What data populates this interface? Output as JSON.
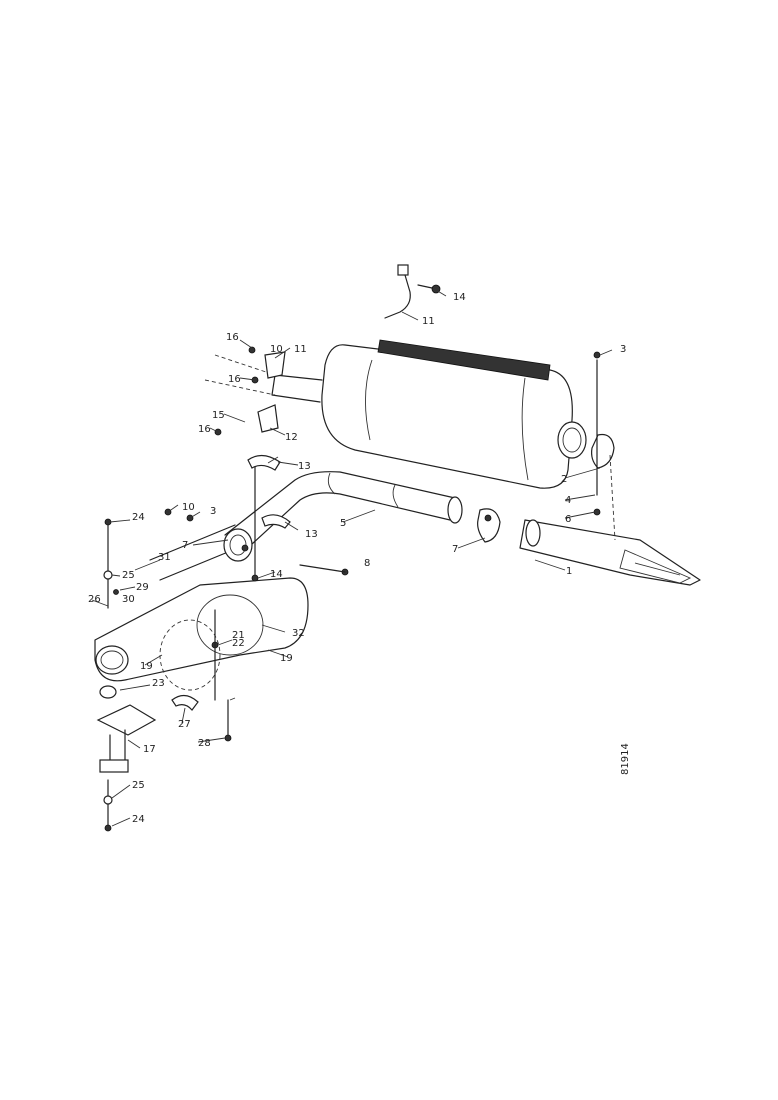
{
  "diagram": {
    "drawing_number": "81914",
    "callouts": [
      {
        "id": "c1",
        "text": "1"
      },
      {
        "id": "c2",
        "text": "2"
      },
      {
        "id": "c3a",
        "text": "3"
      },
      {
        "id": "c3b",
        "text": "3"
      },
      {
        "id": "c4",
        "text": "4"
      },
      {
        "id": "c5",
        "text": "5"
      },
      {
        "id": "c6",
        "text": "6"
      },
      {
        "id": "c7a",
        "text": "7"
      },
      {
        "id": "c7b",
        "text": "7"
      },
      {
        "id": "c8",
        "text": "8"
      },
      {
        "id": "c10a",
        "text": "10"
      },
      {
        "id": "c10b",
        "text": "10"
      },
      {
        "id": "c11a",
        "text": "11"
      },
      {
        "id": "c11b",
        "text": "11"
      },
      {
        "id": "c12",
        "text": "12"
      },
      {
        "id": "c13a",
        "text": "13"
      },
      {
        "id": "c13b",
        "text": "13"
      },
      {
        "id": "c14a",
        "text": "14"
      },
      {
        "id": "c14b",
        "text": "14"
      },
      {
        "id": "c15",
        "text": "15"
      },
      {
        "id": "c16a",
        "text": "16"
      },
      {
        "id": "c16b",
        "text": "16"
      },
      {
        "id": "c16c",
        "text": "16"
      },
      {
        "id": "c17",
        "text": "17"
      },
      {
        "id": "c19a",
        "text": "19"
      },
      {
        "id": "c19b",
        "text": "19"
      },
      {
        "id": "c21",
        "text": "21"
      },
      {
        "id": "c22",
        "text": "22"
      },
      {
        "id": "c23",
        "text": "23"
      },
      {
        "id": "c24a",
        "text": "24"
      },
      {
        "id": "c24b",
        "text": "24"
      },
      {
        "id": "c25a",
        "text": "25"
      },
      {
        "id": "c25b",
        "text": "25"
      },
      {
        "id": "c26",
        "text": "26"
      },
      {
        "id": "c27",
        "text": "27"
      },
      {
        "id": "c28",
        "text": "28"
      },
      {
        "id": "c29",
        "text": "29"
      },
      {
        "id": "c30",
        "text": "30"
      },
      {
        "id": "c31",
        "text": "31"
      },
      {
        "id": "c32",
        "text": "32"
      }
    ]
  }
}
